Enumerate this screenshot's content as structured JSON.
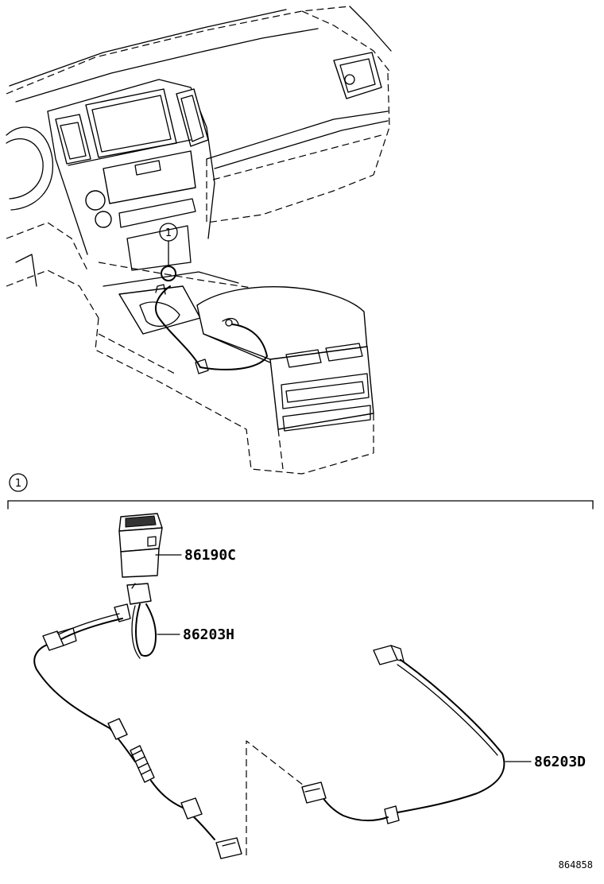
{
  "callout": {
    "number": "1"
  },
  "section": {
    "number": "1"
  },
  "parts": {
    "switch": "86190C",
    "short_harness": "86203H",
    "long_harness": "86203D"
  },
  "figure_code": "864858"
}
